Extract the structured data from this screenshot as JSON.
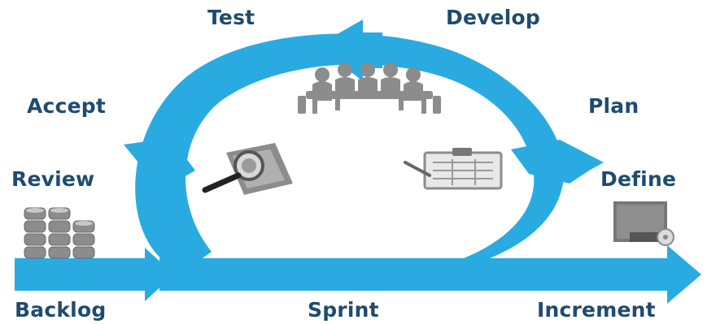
{
  "diagram": {
    "labels": {
      "test": "Test",
      "develop": "Develop",
      "accept": "Accept",
      "plan": "Plan",
      "review": "Review",
      "define": "Define",
      "backlog": "Backlog",
      "sprint": "Sprint",
      "increment": "Increment"
    },
    "colors": {
      "arrow": "#29abe2",
      "label_text": "#1f4b70",
      "icon_gray": "#8c8c8c",
      "icon_dark": "#555555",
      "background": "#ffffff"
    },
    "icons": [
      "meeting-icon",
      "clipboard-icon",
      "magnifier-document-icon",
      "database-stack-icon",
      "server-disc-icon"
    ]
  }
}
